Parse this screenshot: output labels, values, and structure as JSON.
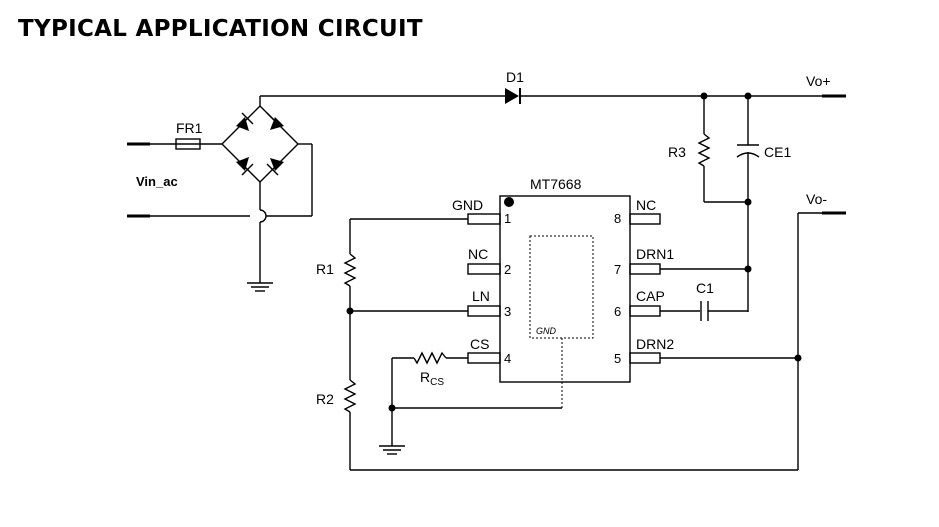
{
  "title": "TYPICAL APPLICATION CIRCUIT",
  "labels": {
    "fr1": "FR1",
    "vin_ac": "Vin_ac",
    "d1": "D1",
    "vo_plus": "Vo+",
    "vo_minus": "Vo-",
    "r3": "R3",
    "ce1": "CE1",
    "c1": "C1",
    "r1": "R1",
    "r2": "R2",
    "rcs_main": "R",
    "rcs_sub": "CS",
    "ic_name": "MT7668",
    "epad": "GND"
  },
  "pins": {
    "p1": {
      "num": "1",
      "name": "GND"
    },
    "p2": {
      "num": "2",
      "name": "NC"
    },
    "p3": {
      "num": "3",
      "name": "LN"
    },
    "p4": {
      "num": "4",
      "name": "CS"
    },
    "p5": {
      "num": "5",
      "name": "DRN2"
    },
    "p6": {
      "num": "6",
      "name": "CAP"
    },
    "p7": {
      "num": "7",
      "name": "DRN1"
    },
    "p8": {
      "num": "8",
      "name": "NC"
    }
  }
}
